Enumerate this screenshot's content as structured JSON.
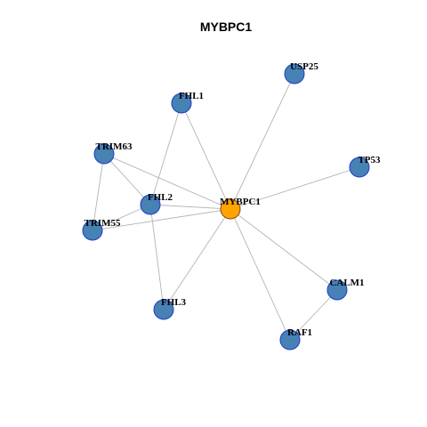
{
  "title": "MYBPC1",
  "colors": {
    "hub_fill": "#FFA500",
    "hub_stroke": "#8B4513",
    "node_fill": "#4682B4",
    "node_stroke": "#1E3CC8",
    "edge": "#B4B4B4"
  },
  "nodes": [
    {
      "id": "MYBPC1",
      "label": "MYBPC1",
      "hub": true
    },
    {
      "id": "USP25",
      "label": "USP25",
      "hub": false
    },
    {
      "id": "FHL1",
      "label": "FHL1",
      "hub": false
    },
    {
      "id": "TRIM63",
      "label": "TRIM63",
      "hub": false
    },
    {
      "id": "TP53",
      "label": "TP53",
      "hub": false
    },
    {
      "id": "FHL2",
      "label": "FHL2",
      "hub": false
    },
    {
      "id": "TRIM55",
      "label": "TRIM55",
      "hub": false
    },
    {
      "id": "CALM1",
      "label": "CALM1",
      "hub": false
    },
    {
      "id": "FHL3",
      "label": "FHL3",
      "hub": false
    },
    {
      "id": "RAF1",
      "label": "RAF1",
      "hub": false
    }
  ],
  "edges": [
    [
      "MYBPC1",
      "USP25"
    ],
    [
      "MYBPC1",
      "FHL1"
    ],
    [
      "MYBPC1",
      "TRIM63"
    ],
    [
      "MYBPC1",
      "TP53"
    ],
    [
      "MYBPC1",
      "FHL2"
    ],
    [
      "MYBPC1",
      "TRIM55"
    ],
    [
      "MYBPC1",
      "CALM1"
    ],
    [
      "MYBPC1",
      "FHL3"
    ],
    [
      "MYBPC1",
      "RAF1"
    ],
    [
      "FHL1",
      "FHL2"
    ],
    [
      "TRIM63",
      "FHL2"
    ],
    [
      "TRIM63",
      "TRIM55"
    ],
    [
      "FHL2",
      "TRIM55"
    ],
    [
      "FHL2",
      "FHL3"
    ],
    [
      "CALM1",
      "RAF1"
    ]
  ]
}
